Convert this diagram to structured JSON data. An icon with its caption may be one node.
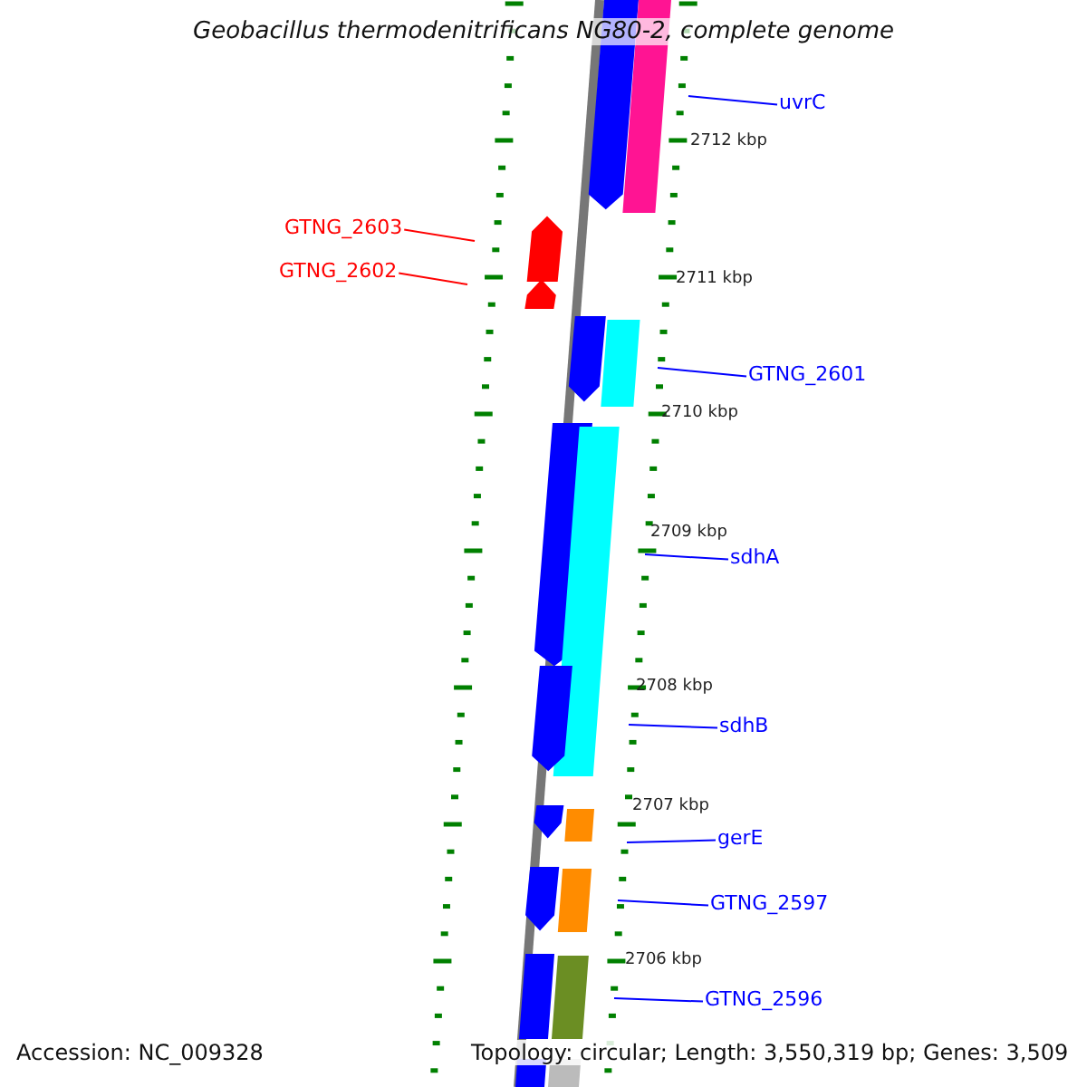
{
  "diagram": {
    "title": "Geobacillus thermodenitrificans NG80-2, complete genome",
    "nodes": [
      {
        "text": [
          "uvrC"
        ]
      },
      {
        "text": [
          "GTNG_2603"
        ]
      },
      {
        "text": [
          "GTNG_2602"
        ]
      },
      {
        "text": [
          "GTNG_2601"
        ]
      },
      {
        "text": [
          "sdhA"
        ]
      },
      {
        "text": [
          "sdhB"
        ]
      },
      {
        "text": [
          "gerE"
        ]
      },
      {
        "text": [
          "GTNG_2597"
        ]
      },
      {
        "text": [
          "GTNG_2596"
        ]
      }
    ],
    "edges": [
      {
        "from": 0,
        "to": null,
        "arrow": "none"
      },
      {
        "from": 1,
        "to": null,
        "arrow": "none",
        "color": "#ff0000"
      },
      {
        "from": 2,
        "to": null,
        "arrow": "none",
        "color": "#ff0000"
      },
      {
        "from": 3,
        "to": null,
        "arrow": "none"
      },
      {
        "from": 4,
        "to": null,
        "arrow": "none"
      },
      {
        "from": 5,
        "to": null,
        "arrow": "none"
      },
      {
        "from": 6,
        "to": null,
        "arrow": "none"
      },
      {
        "from": 7,
        "to": null,
        "arrow": "none"
      },
      {
        "from": 8,
        "to": null,
        "arrow": "none"
      }
    ],
    "labels": [
      "2712 kbp",
      "2711 kbp",
      "2710 kbp",
      "2709 kbp",
      "2708 kbp",
      "2707 kbp",
      "2706 kbp",
      "Accession: NC_009328",
      "Topology: circular; Length: 3,550,319 bp; Genes: 3,509"
    ]
  }
}
